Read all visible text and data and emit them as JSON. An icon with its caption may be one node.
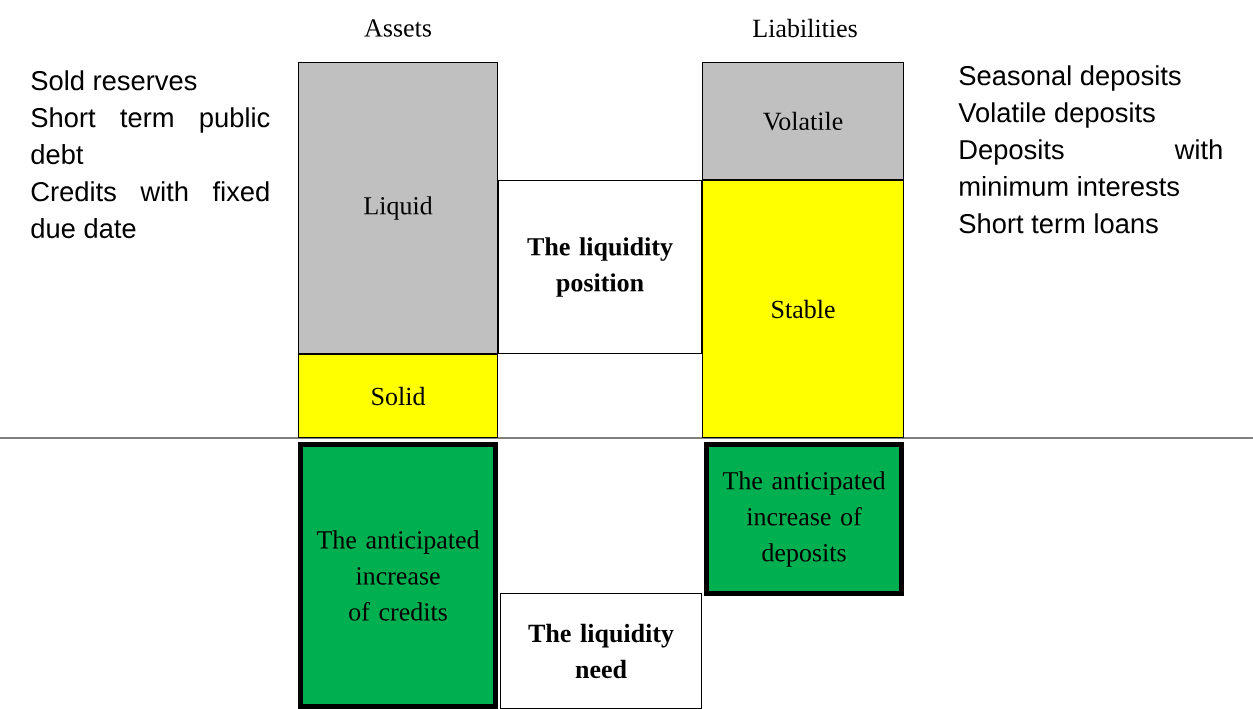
{
  "diagram": {
    "nodes": [
      {
        "text": [
          "Liquid"
        ]
      },
      {
        "text": [
          "Solid"
        ]
      },
      {
        "text": [
          "The liquidity position"
        ]
      },
      {
        "text": [
          "Volatile"
        ]
      },
      {
        "text": [
          "Stable"
        ]
      },
      {
        "text": [
          "The anticipated increase of credits"
        ]
      },
      {
        "text": [
          "The liquidity need"
        ]
      },
      {
        "text": [
          "The anticipated increase of deposits"
        ]
      }
    ],
    "labels": [
      "Assets",
      "Liabilities",
      "Sold reserves",
      "Short term public debt",
      "Credits with fixed due date",
      "Seasonal deposits",
      "Volatile deposits",
      "Deposits with minimum interests",
      "Short term loans"
    ]
  }
}
